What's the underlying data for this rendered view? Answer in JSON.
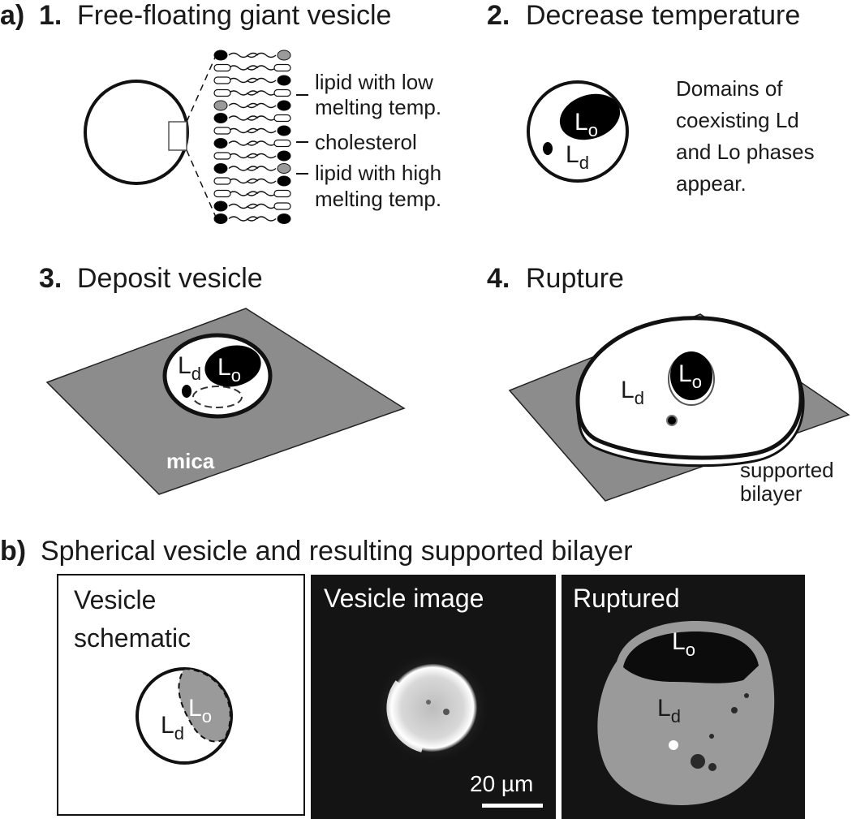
{
  "part_a": {
    "label": "a)",
    "step1": {
      "number": "1.",
      "title": "Free-floating giant vesicle",
      "legend": {
        "low_melting_line1": "lipid with low",
        "low_melting_line2": "melting temp.",
        "cholesterol": "cholesterol",
        "high_melting_line1": "lipid with high",
        "high_melting_line2": "melting temp."
      }
    },
    "step2": {
      "number": "2.",
      "title": "Decrease temperature",
      "note_lines": [
        "Domains of",
        "coexisting Ld",
        "and Lo phases",
        "appear."
      ]
    },
    "step3": {
      "number": "3.",
      "title": "Deposit vesicle",
      "substrate": "mica"
    },
    "step4": {
      "number": "4.",
      "title": "Rupture",
      "label_line1": "supported",
      "label_line2": "bilayer"
    },
    "phase_symbols": {
      "L": "L",
      "ordered_sub": "o",
      "disordered_sub": "d"
    }
  },
  "part_b": {
    "label": "b)",
    "title": "Spherical vesicle and resulting supported bilayer",
    "panels": {
      "schematic_line1": "Vesicle",
      "schematic_line2": "schematic",
      "image_title": "Vesicle image",
      "ruptured_title": "Ruptured"
    },
    "scale_bar": "20 µm"
  },
  "colors": {
    "mica": "#8c8c8c",
    "ordered_domain": "#000000",
    "micrograph_bg": "#141414",
    "ruptured_fill": "#9a9a9a",
    "schematic_lo": "#9a9a9a"
  }
}
